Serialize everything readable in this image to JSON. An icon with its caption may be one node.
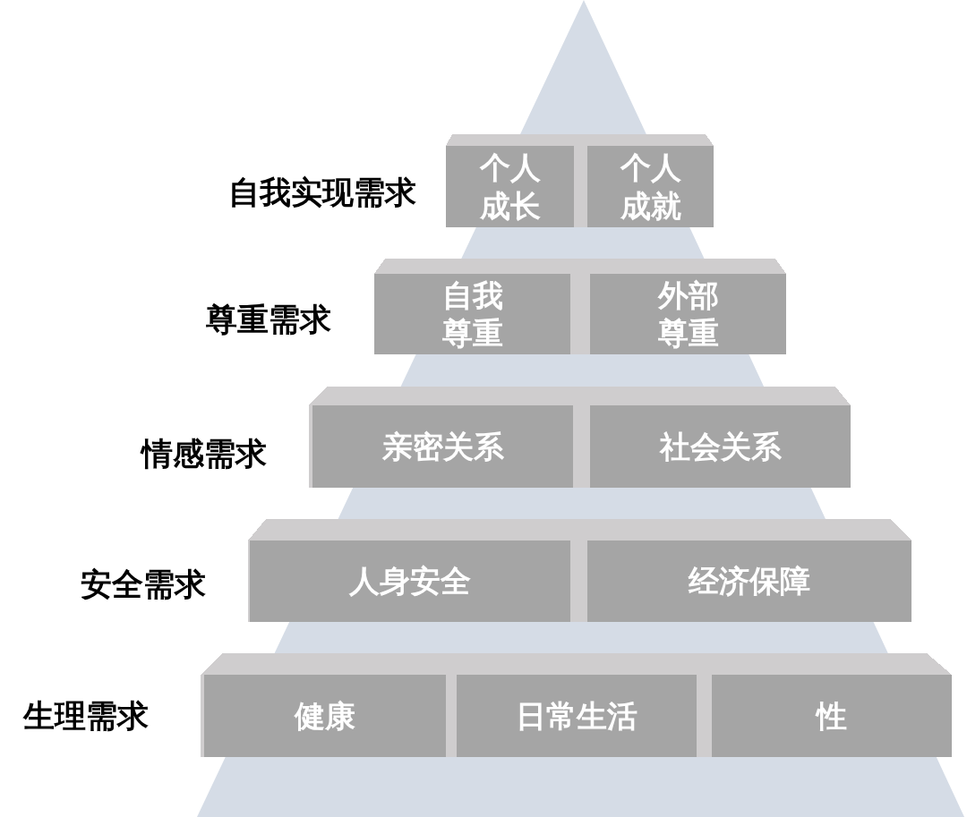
{
  "diagram": {
    "nodes": [
      {
        "text": [
          "自我实现需求"
        ]
      },
      {
        "text": [
          "个人成长"
        ],
        "in": 0
      },
      {
        "text": [
          "个人成就"
        ],
        "in": 0
      },
      {
        "text": [
          "尊重需求"
        ]
      },
      {
        "text": [
          "自我尊重"
        ],
        "in": 3
      },
      {
        "text": [
          "外部尊重"
        ],
        "in": 3
      },
      {
        "text": [
          "情感需求"
        ]
      },
      {
        "text": [
          "亲密关系"
        ],
        "in": 6
      },
      {
        "text": [
          "社会关系"
        ],
        "in": 6
      },
      {
        "text": [
          "安全需求"
        ]
      },
      {
        "text": [
          "人身安全"
        ],
        "in": 9
      },
      {
        "text": [
          "经济保障"
        ],
        "in": 9
      },
      {
        "text": [
          "生理需求"
        ]
      },
      {
        "text": [
          "健康"
        ],
        "in": 12
      },
      {
        "text": [
          "日常生活"
        ],
        "in": 12
      },
      {
        "text": [
          "性"
        ],
        "in": 12
      }
    ]
  }
}
